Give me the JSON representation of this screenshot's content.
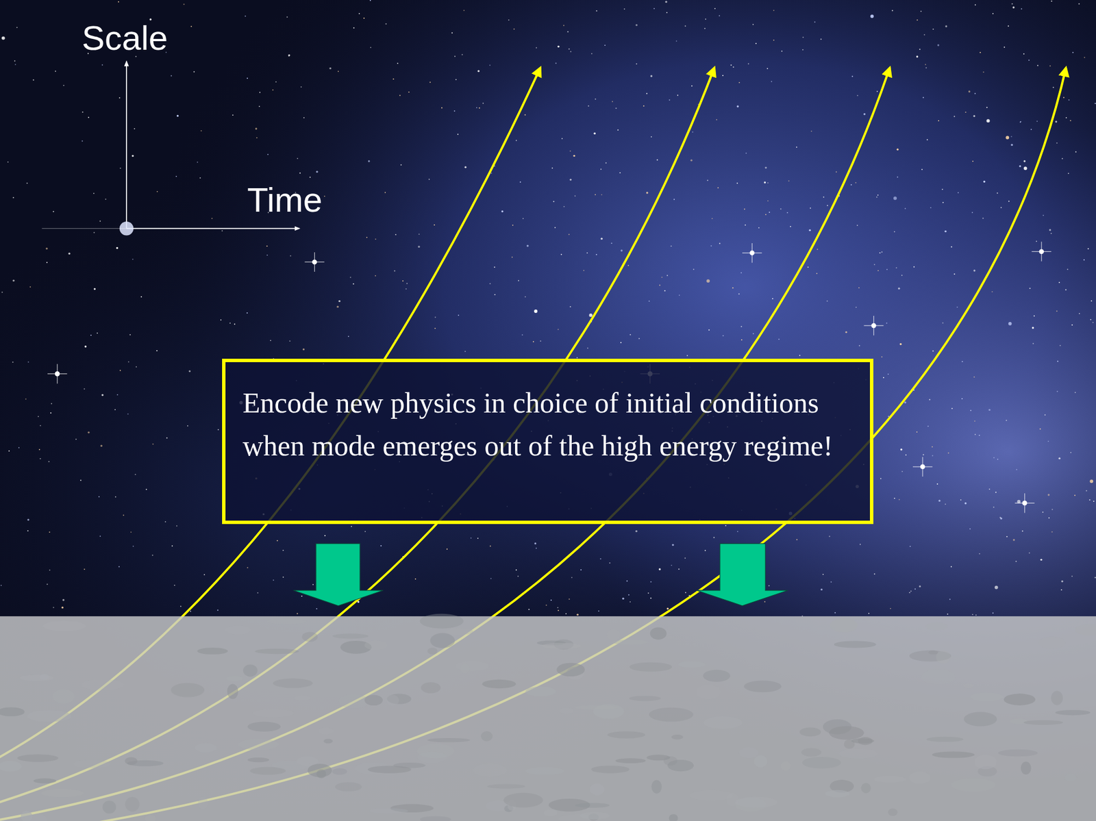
{
  "diagram": {
    "nodes": [
      {
        "text": [
          "Encode new physics in choice of initial conditions when mode emerges out of the high energy regime!"
        ]
      }
    ],
    "labels": [
      "Scale",
      "Time"
    ]
  }
}
